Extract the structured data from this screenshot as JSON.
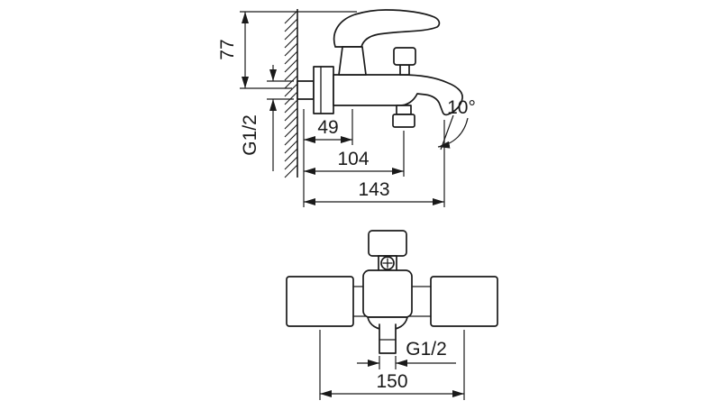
{
  "side_view": {
    "dim_labels": {
      "height": "77",
      "wall_thread": "G1/2",
      "depth_handle": "49",
      "depth_outlet": "104",
      "depth_spout": "143",
      "spout_angle": "10°"
    }
  },
  "front_view": {
    "dim_labels": {
      "outlet_thread": "G1/2",
      "connection_spacing": "150"
    }
  },
  "colors": {
    "ink": "#1a1a1a",
    "background": "#ffffff"
  }
}
